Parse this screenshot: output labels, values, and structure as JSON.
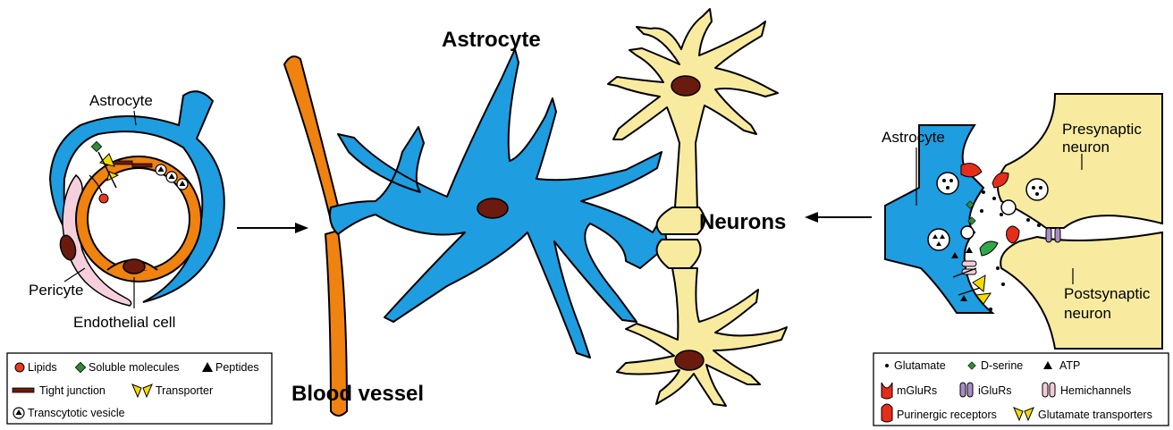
{
  "labels": {
    "astrocyte_center": "Astrocyte",
    "blood_vessel": "Blood vessel",
    "neurons": "Neurons",
    "left_astrocyte": "Astrocyte",
    "pericyte": "Pericyte",
    "endothelial_cell": "Endothelial cell",
    "right_astrocyte": "Astrocyte",
    "presynaptic": [
      "Presynaptic",
      "neuron"
    ],
    "postsynaptic": [
      "Postsynaptic",
      "neuron"
    ]
  },
  "legend_left": {
    "lipids": "Lipids",
    "soluble_molecules": "Soluble molecules",
    "peptides": "Peptides",
    "tight_junction": "Tight junction",
    "transporter": "Transporter",
    "transcytotic_vesicle": "Transcytotic vesicle"
  },
  "legend_right": {
    "glutamate": "Glutamate",
    "d_serine": "D-serine",
    "atp": "ATP",
    "mglurs": "mGluRs",
    "iglurs": "iGluRs",
    "hemichannels": "Hemichannels",
    "purinergic_receptors": "Purinergic receptors",
    "glutamate_transporters": "Glutamate transporters"
  },
  "colors": {
    "astrocyte_blue": "#1e9de0",
    "vessel_orange": "#f0820f",
    "neuron_yellow": "#f8eba0",
    "nucleus_brown": "#6b1a0e",
    "pericyte_pink": "#f5d0dc",
    "lipid_red": "#e83a1e",
    "soluble_green": "#2e8b3a",
    "transporter_yellow": "#f5dc00",
    "iglur_purple": "#a98cc4",
    "hemichannel_pink": "#f2ccd8",
    "purinergic_red": "#e52d1a",
    "mglur_red": "#e52d1a",
    "glutamate_green": "#2ea84a"
  }
}
